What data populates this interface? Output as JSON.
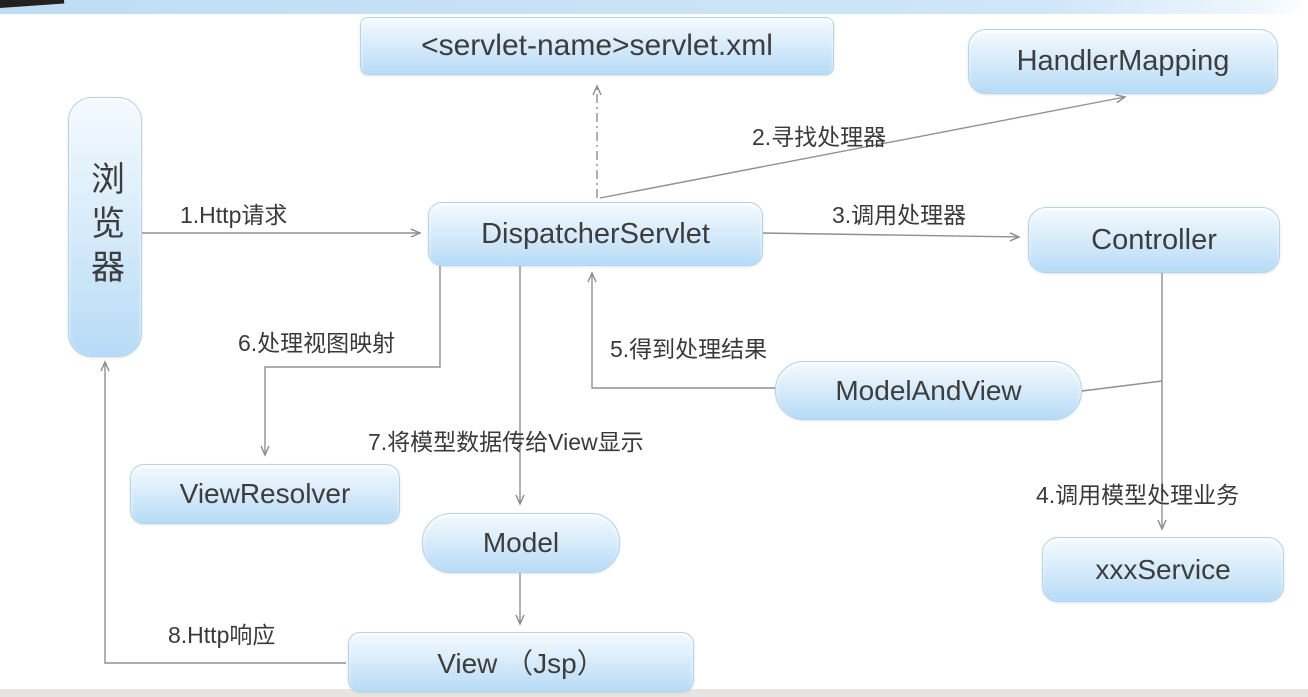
{
  "diagram": {
    "nodes": {
      "browser": {
        "label": "浏览器"
      },
      "servlet_xml": {
        "label": "<servlet-name>servlet.xml"
      },
      "handler_mapping": {
        "label": "HandlerMapping"
      },
      "dispatcher_servlet": {
        "label": "DispatcherServlet"
      },
      "controller": {
        "label": "Controller"
      },
      "model_and_view": {
        "label": "ModelAndView"
      },
      "view_resolver": {
        "label": "ViewResolver"
      },
      "model": {
        "label": "Model"
      },
      "xxx_service": {
        "label": "xxxService"
      },
      "view_jsp": {
        "label": "View （Jsp）"
      }
    },
    "edge_labels": {
      "step1": "1.Http请求",
      "step2": "2.寻找处理器",
      "step3": "3.调用处理器",
      "step4": "4.调用模型处理业务",
      "step5": "5.得到处理结果",
      "step6": "6.处理视图映射",
      "step7": "7.将模型数据传给View显示",
      "step8": "8.Http响应"
    },
    "colors": {
      "node_fill_top": "#f4fafe",
      "node_fill_bottom": "#b7dbf6",
      "node_border": "#b5d2ea",
      "edge_line": "#909090",
      "text": "#3d3d3d",
      "top_band": "#bedcf3",
      "bottom_band": "#e7e5e2"
    }
  }
}
